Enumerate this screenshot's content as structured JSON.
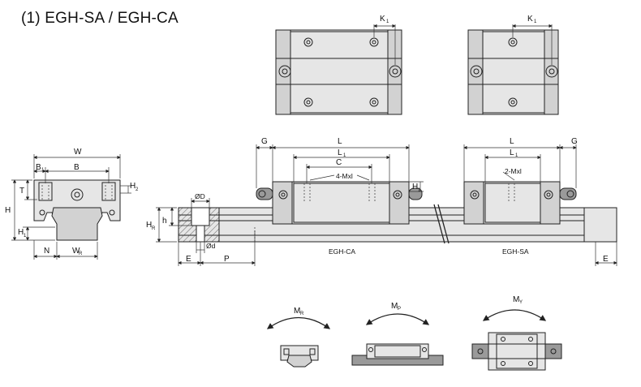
{
  "title": "(1) EGH-SA / EGH-CA",
  "labels": {
    "K1": "K",
    "K1_sub": "1",
    "W": "W",
    "B1": "B",
    "B1_sub": "1",
    "B": "B",
    "T": "T",
    "H": "H",
    "H2": "H",
    "H2_sub": "2",
    "H1": "H",
    "H1_sub": "1",
    "N": "N",
    "WR": "W",
    "WR_sub": "R",
    "HR": "H",
    "HR_sub": "R",
    "h": "h",
    "D": "ØD",
    "d": "Ød",
    "E": "E",
    "P": "P",
    "G": "G",
    "L": "L",
    "L1": "L",
    "L1_sub": "1",
    "C": "C",
    "M4": "4-Mxl",
    "M2": "2-Mxl",
    "H1b": "H",
    "H1b_sub": "1",
    "egh_ca": "EGH-CA",
    "egh_sa": "EGH-SA",
    "MR": "M",
    "MR_sub": "R",
    "MP": "M",
    "MP_sub": "P",
    "MY": "M",
    "MY_sub": "Y"
  }
}
